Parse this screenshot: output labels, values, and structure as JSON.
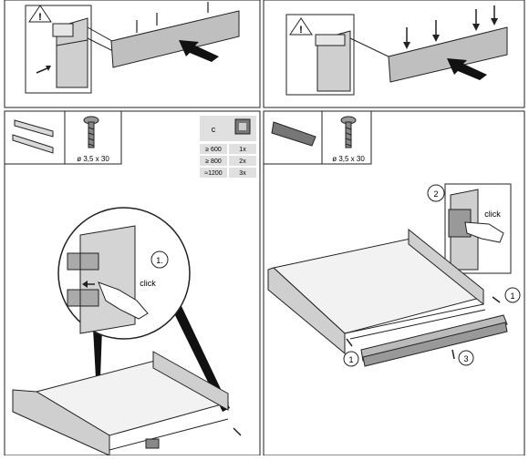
{
  "table": {
    "header_label": "c",
    "rows": [
      {
        "size": "≥ 600",
        "qty": "1x"
      },
      {
        "size": "≥ 800",
        "qty": "2x"
      },
      {
        "size": "≈1200",
        "qty": "3x"
      }
    ]
  },
  "screw_spec_left": "ø 3,5 x 30",
  "screw_spec_right": "ø 3,5 x 30",
  "step_1_left": "1.",
  "click_left": "click",
  "step_2_right": "2",
  "click_right": "click",
  "callout_1a": "1",
  "callout_1b": "1",
  "callout_3": "3",
  "warning_symbol_left": "!",
  "warning_symbol_right": "!"
}
